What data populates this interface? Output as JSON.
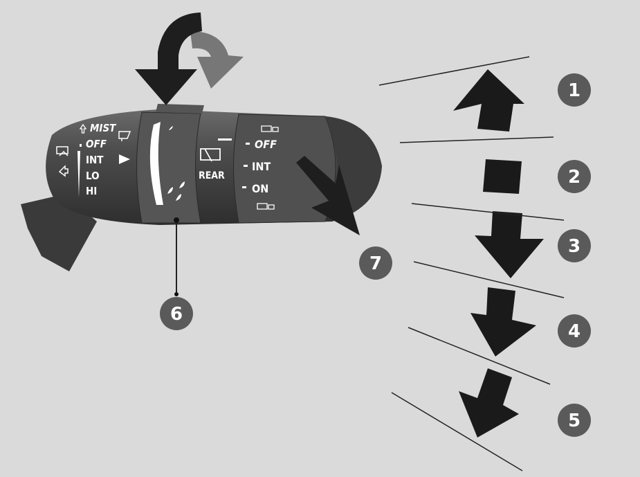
{
  "front_wiper_labels": [
    "MIST",
    "OFF",
    "INT",
    "LO",
    "HI"
  ],
  "rear_wiper": {
    "label": "REAR",
    "positions": [
      "OFF",
      "INT",
      "ON"
    ]
  },
  "callouts": [
    "1",
    "2",
    "3",
    "4",
    "5",
    "6",
    "7"
  ],
  "colors": {
    "background": "#dadada",
    "stalk": "#4a4a4a",
    "callout": "#5a5a5a",
    "arrow": "#1a1a1a"
  }
}
